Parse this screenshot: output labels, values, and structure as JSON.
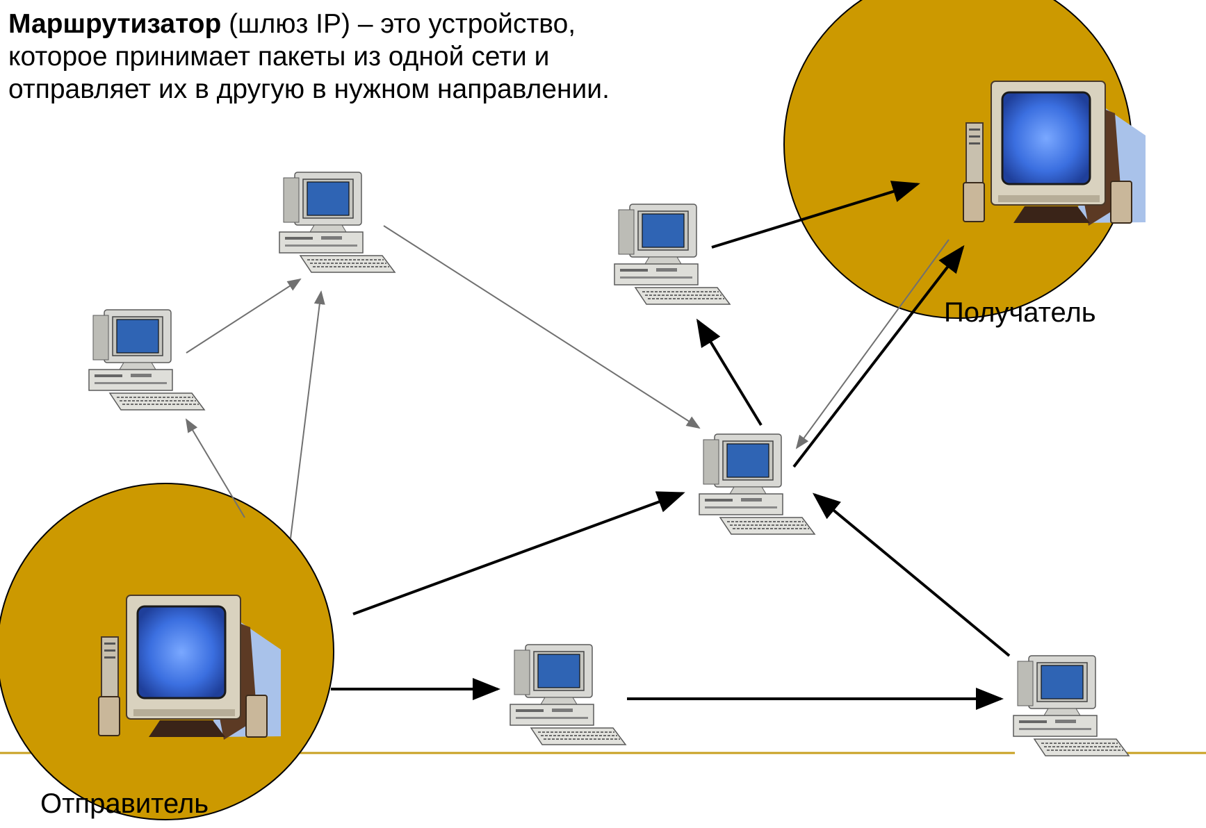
{
  "definition": {
    "term": "Маршрутизатор",
    "text": " (шлюз IP) – это устройство, которое принимает пакеты из одной сети и отправляет их в другую в нужном направлении."
  },
  "labels": {
    "receiver": "Получатель",
    "sender": "Отправитель"
  },
  "colors": {
    "node_circle": "#cc9900",
    "slide_rule": "#c8a020",
    "arrow_bold": "#000000",
    "arrow_thin": "#707070"
  },
  "icons": {
    "router": "desktop-computer-icon",
    "endpoint": "crt-computer-icon"
  }
}
